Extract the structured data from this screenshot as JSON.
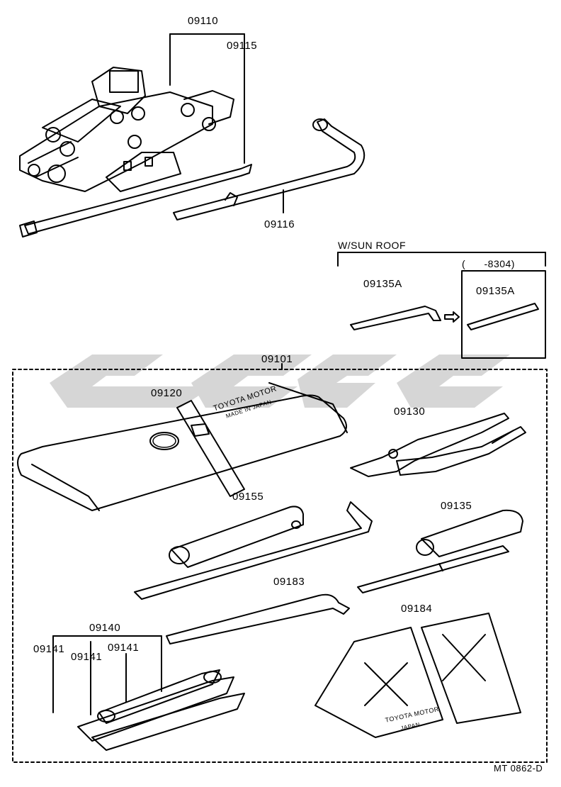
{
  "labels": {
    "jack_assy": "09110",
    "jack_handle": "09115",
    "wrench_handle": "09116",
    "sunroof_note": "W/SUN ROOF",
    "sunroof_range": "(      -8304)",
    "sunroof_wrench": "09135A",
    "sunroof_wrench_old": "09135A",
    "tool_set": "09101",
    "bag": "09120",
    "pliers": "09130",
    "plug_wrench": "09155",
    "screwdriver": "09135",
    "hub_nut_bar": "09183",
    "triangle": "09184",
    "wrench_set": "09140",
    "wrench_a": "09141",
    "wrench_b": "09141",
    "wrench_c": "09141",
    "footer": "MT 0862-D"
  },
  "bag_print": {
    "line1": "TOYOTA MOTOR",
    "line2": "MADE IN JAPAN"
  },
  "triangle_print": {
    "line1": "TOYOTA MOTOR",
    "line2": "JAPAN"
  },
  "colors": {
    "ink": "#000000",
    "watermark": "#c8c8c8",
    "background": "#ffffff"
  },
  "icons": [
    "toyota-logo-icon",
    "arrow-right-icon"
  ]
}
